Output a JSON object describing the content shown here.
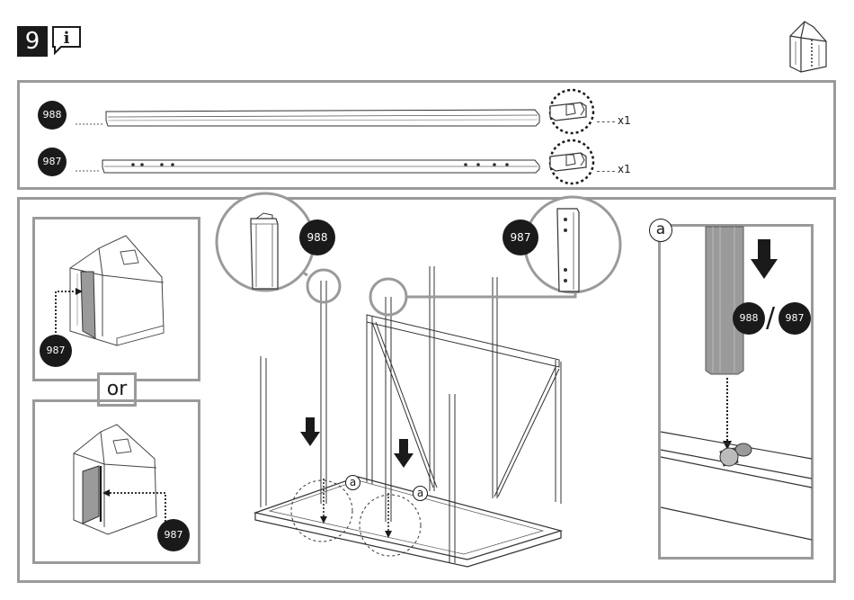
{
  "step": {
    "number": "9",
    "info_icon": "info-speech-icon"
  },
  "parts": [
    {
      "id": "988",
      "qty": "x1"
    },
    {
      "id": "987",
      "qty": "x1"
    }
  ],
  "options": {
    "top_part": "987",
    "separator": "or",
    "bottom_part": "987"
  },
  "main": {
    "callout_left_part": "988",
    "callout_right_part": "987",
    "detail_label": "a"
  },
  "detail": {
    "label": "a",
    "part_left": "988",
    "slash": "/",
    "part_right": "987"
  }
}
